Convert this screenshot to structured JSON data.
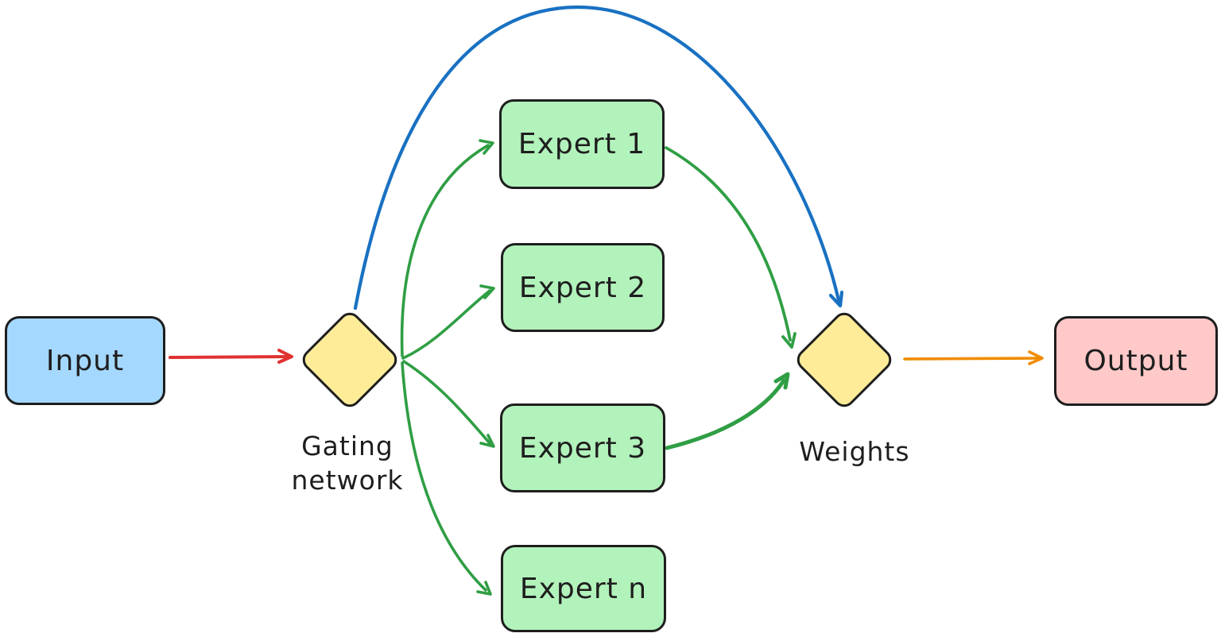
{
  "canvas": {
    "background": "#ffffff"
  },
  "colors": {
    "node_border": "#1e1e1e",
    "text": "#1e1e1e",
    "input_fill": "#a5d8ff",
    "expert_fill": "#b2f2bb",
    "diamond_fill": "#ffec99",
    "output_fill": "#ffc9c9",
    "red_arrow": "#e03131",
    "green_arrow": "#2f9e44",
    "blue_arrow": "#1971c2",
    "orange_arrow": "#f08c00"
  },
  "nodes": {
    "input": {
      "label": "Input",
      "shape": "rectangle",
      "fill": "#a5d8ff"
    },
    "expert1": {
      "label": "Expert 1",
      "shape": "rectangle",
      "fill": "#b2f2bb"
    },
    "expert2": {
      "label": "Expert 2",
      "shape": "rectangle",
      "fill": "#b2f2bb"
    },
    "expert3": {
      "label": "Expert 3",
      "shape": "rectangle",
      "fill": "#b2f2bb"
    },
    "expertn": {
      "label": "Expert n",
      "shape": "rectangle",
      "fill": "#b2f2bb"
    },
    "gating": {
      "label": "Gating network",
      "label_line1": "Gating",
      "label_line2": "network",
      "shape": "diamond",
      "fill": "#ffec99"
    },
    "weights": {
      "label": "Weights",
      "shape": "diamond",
      "fill": "#ffec99"
    },
    "output": {
      "label": "Output",
      "shape": "rectangle",
      "fill": "#ffc9c9"
    }
  },
  "edges": [
    {
      "from": "Input",
      "to": "Gating network",
      "color": "#e03131"
    },
    {
      "from": "Gating network",
      "to": "Expert 1",
      "color": "#2f9e44"
    },
    {
      "from": "Gating network",
      "to": "Expert 2",
      "color": "#2f9e44"
    },
    {
      "from": "Gating network",
      "to": "Expert 3",
      "color": "#2f9e44"
    },
    {
      "from": "Gating network",
      "to": "Expert n",
      "color": "#2f9e44"
    },
    {
      "from": "Gating network",
      "to": "Weights",
      "color": "#1971c2"
    },
    {
      "from": "Expert 1",
      "to": "Weights",
      "color": "#2f9e44"
    },
    {
      "from": "Expert 3",
      "to": "Weights",
      "color": "#2f9e44"
    },
    {
      "from": "Weights",
      "to": "Output",
      "color": "#f08c00"
    }
  ]
}
